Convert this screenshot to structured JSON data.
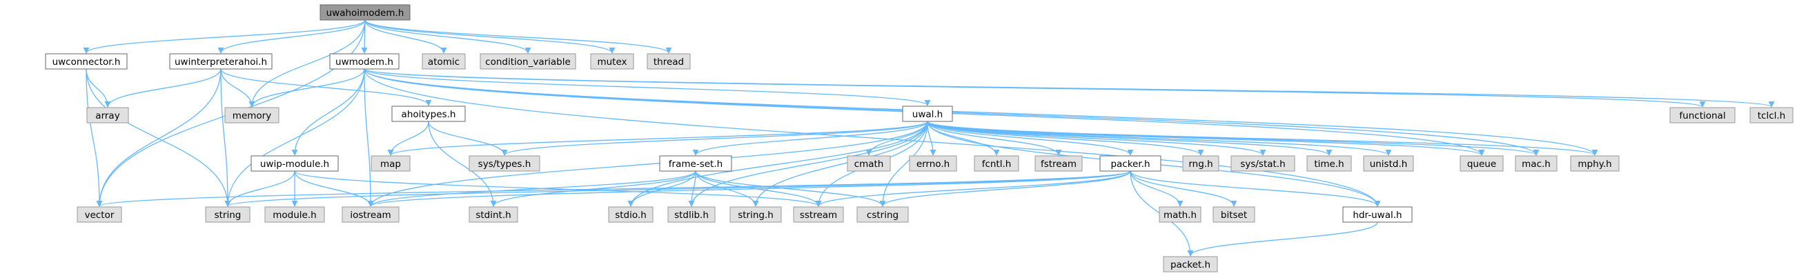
{
  "nodes": [
    {
      "id": "uwahoimodem",
      "label": "uwahoimodem.h",
      "kind": "root"
    },
    {
      "id": "uwconnector",
      "label": "uwconnector.h",
      "kind": "local"
    },
    {
      "id": "uwinterpreterahoi",
      "label": "uwinterpreterahoi.h",
      "kind": "local"
    },
    {
      "id": "uwmodem",
      "label": "uwmodem.h",
      "kind": "local"
    },
    {
      "id": "atomic",
      "label": "atomic",
      "kind": "system"
    },
    {
      "id": "condition_variable",
      "label": "condition_variable",
      "kind": "system"
    },
    {
      "id": "mutex",
      "label": "mutex",
      "kind": "system"
    },
    {
      "id": "thread",
      "label": "thread",
      "kind": "system"
    },
    {
      "id": "array",
      "label": "array",
      "kind": "system"
    },
    {
      "id": "memory",
      "label": "memory",
      "kind": "system"
    },
    {
      "id": "ahoitypes",
      "label": "ahoitypes.h",
      "kind": "local"
    },
    {
      "id": "uwal",
      "label": "uwal.h",
      "kind": "local"
    },
    {
      "id": "functional",
      "label": "functional",
      "kind": "system"
    },
    {
      "id": "tclcl",
      "label": "tclcl.h",
      "kind": "system"
    },
    {
      "id": "uwip_module",
      "label": "uwip-module.h",
      "kind": "local"
    },
    {
      "id": "map",
      "label": "map",
      "kind": "system"
    },
    {
      "id": "sys_types",
      "label": "sys/types.h",
      "kind": "system"
    },
    {
      "id": "frame_set",
      "label": "frame-set.h",
      "kind": "local"
    },
    {
      "id": "cmath",
      "label": "cmath",
      "kind": "system"
    },
    {
      "id": "errno",
      "label": "errno.h",
      "kind": "system"
    },
    {
      "id": "fcntl",
      "label": "fcntl.h",
      "kind": "system"
    },
    {
      "id": "fstream",
      "label": "fstream",
      "kind": "system"
    },
    {
      "id": "packer",
      "label": "packer.h",
      "kind": "local"
    },
    {
      "id": "rng",
      "label": "rng.h",
      "kind": "system"
    },
    {
      "id": "sys_stat",
      "label": "sys/stat.h",
      "kind": "system"
    },
    {
      "id": "time",
      "label": "time.h",
      "kind": "system"
    },
    {
      "id": "unistd",
      "label": "unistd.h",
      "kind": "system"
    },
    {
      "id": "queue",
      "label": "queue",
      "kind": "system"
    },
    {
      "id": "mac",
      "label": "mac.h",
      "kind": "system"
    },
    {
      "id": "mphy",
      "label": "mphy.h",
      "kind": "system"
    },
    {
      "id": "vector",
      "label": "vector",
      "kind": "system"
    },
    {
      "id": "string",
      "label": "string",
      "kind": "system"
    },
    {
      "id": "module",
      "label": "module.h",
      "kind": "system"
    },
    {
      "id": "iostream",
      "label": "iostream",
      "kind": "system"
    },
    {
      "id": "stdint",
      "label": "stdint.h",
      "kind": "system"
    },
    {
      "id": "stdio",
      "label": "stdio.h",
      "kind": "system"
    },
    {
      "id": "stdlib",
      "label": "stdlib.h",
      "kind": "system"
    },
    {
      "id": "string_h",
      "label": "string.h",
      "kind": "system"
    },
    {
      "id": "sstream",
      "label": "sstream",
      "kind": "system"
    },
    {
      "id": "cstring",
      "label": "cstring",
      "kind": "system"
    },
    {
      "id": "math",
      "label": "math.h",
      "kind": "system"
    },
    {
      "id": "bitset",
      "label": "bitset",
      "kind": "system"
    },
    {
      "id": "hdr_uwal",
      "label": "hdr-uwal.h",
      "kind": "local"
    },
    {
      "id": "packet",
      "label": "packet.h",
      "kind": "system"
    }
  ],
  "edges": [
    [
      "uwahoimodem",
      "uwconnector"
    ],
    [
      "uwahoimodem",
      "uwinterpreterahoi"
    ],
    [
      "uwahoimodem",
      "uwmodem"
    ],
    [
      "uwahoimodem",
      "atomic"
    ],
    [
      "uwahoimodem",
      "condition_variable"
    ],
    [
      "uwahoimodem",
      "mutex"
    ],
    [
      "uwahoimodem",
      "thread"
    ],
    [
      "uwahoimodem",
      "memory"
    ],
    [
      "uwahoimodem",
      "vector"
    ],
    [
      "uwconnector",
      "array"
    ],
    [
      "uwconnector",
      "vector"
    ],
    [
      "uwconnector",
      "string"
    ],
    [
      "uwinterpreterahoi",
      "array"
    ],
    [
      "uwinterpreterahoi",
      "memory"
    ],
    [
      "uwinterpreterahoi",
      "ahoitypes"
    ],
    [
      "uwinterpreterahoi",
      "vector"
    ],
    [
      "uwinterpreterahoi",
      "string"
    ],
    [
      "uwmodem",
      "memory"
    ],
    [
      "uwmodem",
      "uwal"
    ],
    [
      "uwmodem",
      "uwip_module"
    ],
    [
      "uwmodem",
      "string"
    ],
    [
      "uwmodem",
      "iostream"
    ],
    [
      "uwmodem",
      "functional"
    ],
    [
      "uwmodem",
      "tclcl"
    ],
    [
      "uwmodem",
      "queue"
    ],
    [
      "uwmodem",
      "mac"
    ],
    [
      "uwmodem",
      "mphy"
    ],
    [
      "uwmodem",
      "hdr_uwal"
    ],
    [
      "ahoitypes",
      "map"
    ],
    [
      "ahoitypes",
      "sys_types"
    ],
    [
      "ahoitypes",
      "stdint"
    ],
    [
      "uwip_module",
      "string"
    ],
    [
      "uwip_module",
      "module"
    ],
    [
      "uwip_module",
      "iostream"
    ],
    [
      "uwip_module",
      "sstream"
    ],
    [
      "uwal",
      "map"
    ],
    [
      "uwal",
      "sys_types"
    ],
    [
      "uwal",
      "frame_set"
    ],
    [
      "uwal",
      "cmath"
    ],
    [
      "uwal",
      "errno"
    ],
    [
      "uwal",
      "fcntl"
    ],
    [
      "uwal",
      "fstream"
    ],
    [
      "uwal",
      "packer"
    ],
    [
      "uwal",
      "rng"
    ],
    [
      "uwal",
      "sys_stat"
    ],
    [
      "uwal",
      "time"
    ],
    [
      "uwal",
      "unistd"
    ],
    [
      "uwal",
      "queue"
    ],
    [
      "uwal",
      "mac"
    ],
    [
      "uwal",
      "mphy"
    ],
    [
      "uwal",
      "iostream"
    ],
    [
      "uwal",
      "stdio"
    ],
    [
      "uwal",
      "stdlib"
    ],
    [
      "uwal",
      "string_h"
    ],
    [
      "uwal",
      "sstream"
    ],
    [
      "uwal",
      "cstring"
    ],
    [
      "uwal",
      "hdr_uwal"
    ],
    [
      "frame_set",
      "iostream"
    ],
    [
      "frame_set",
      "stdint"
    ],
    [
      "frame_set",
      "stdio"
    ],
    [
      "frame_set",
      "stdlib"
    ],
    [
      "frame_set",
      "string_h"
    ],
    [
      "frame_set",
      "sstream"
    ],
    [
      "frame_set",
      "cstring"
    ],
    [
      "packer",
      "vector"
    ],
    [
      "packer",
      "string"
    ],
    [
      "packer",
      "iostream"
    ],
    [
      "packer",
      "sstream"
    ],
    [
      "packer",
      "cstring"
    ],
    [
      "packer",
      "math"
    ],
    [
      "packer",
      "bitset"
    ],
    [
      "packer",
      "hdr_uwal"
    ],
    [
      "packer",
      "packet"
    ],
    [
      "hdr_uwal",
      "packet"
    ]
  ],
  "colors": {
    "edge": "#63b8ff",
    "root_fill": "#999999",
    "system_fill": "#e0e0e0",
    "local_fill": "#ffffff"
  }
}
